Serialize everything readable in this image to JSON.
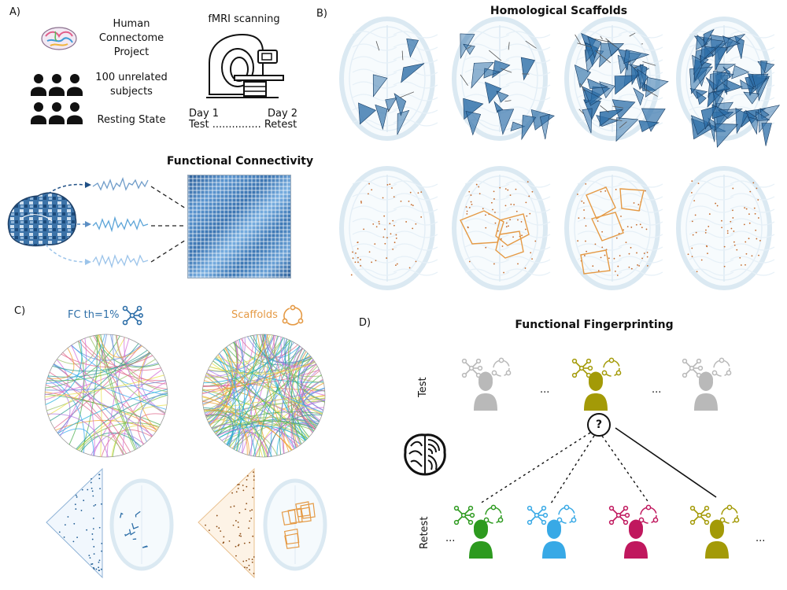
{
  "panelA": {
    "label": "A)",
    "hcp": "Human\nConnectome\nProject",
    "subjects": "100 unrelated\nsubjects",
    "resting": "Resting State",
    "fmri": "fMRI scanning",
    "day1": "Day 1",
    "day2": "Day 2",
    "testretest": "Test ............... Retest",
    "fc_title": "Functional Connectivity"
  },
  "panelB": {
    "label": "B)",
    "title": "Homological Scaffolds"
  },
  "panelC": {
    "label": "C)",
    "fc_label": "FC th=1%",
    "scaffold_label": "Scaffolds"
  },
  "panelD": {
    "label": "D)",
    "title": "Functional Fingerprinting",
    "test": "Test",
    "retest": "Retest",
    "ellipsis": "...",
    "question": "?"
  },
  "colors": {
    "blue": "#2e6fa8",
    "orange": "#e59a45",
    "green": "#2d9a1f",
    "lightblue": "#38a9e6",
    "magenta": "#c0185e",
    "olive": "#a39a07",
    "grey": "#b9b9b9"
  }
}
